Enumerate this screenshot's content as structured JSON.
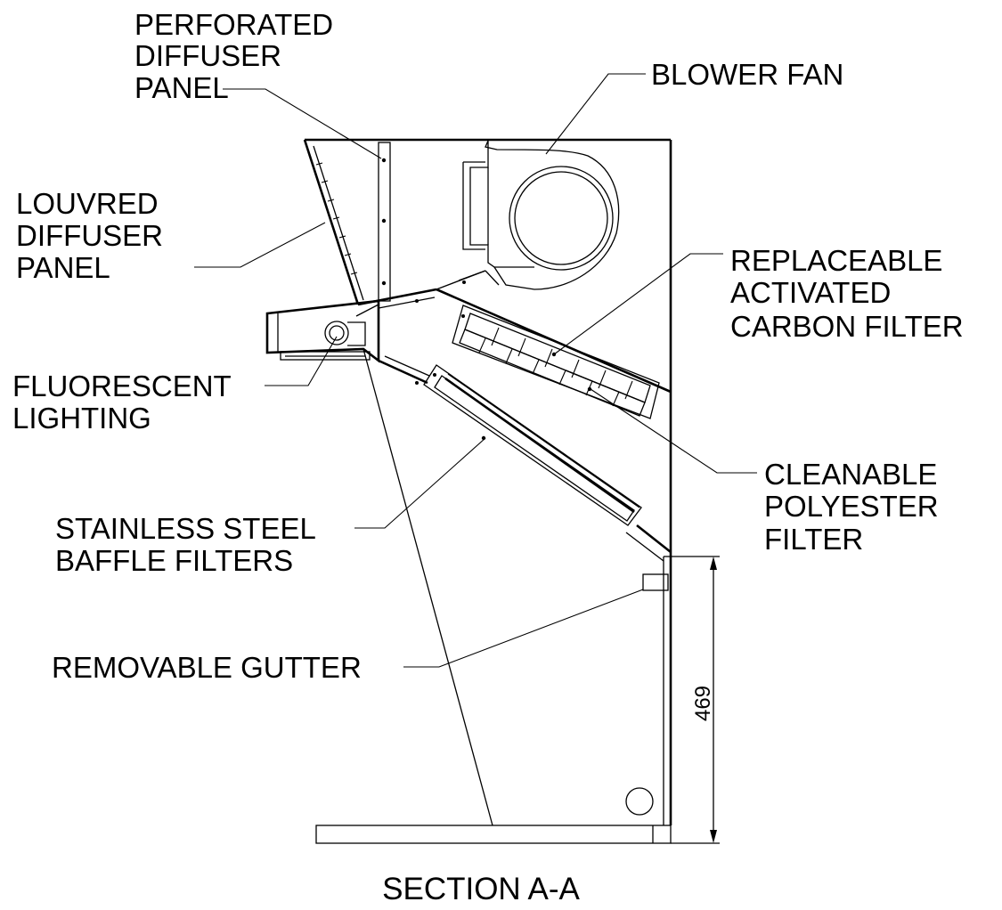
{
  "labels": {
    "perforated_diffuser": [
      "PERFORATED",
      "DIFFUSER",
      "PANEL"
    ],
    "blower_fan": [
      "BLOWER FAN"
    ],
    "louvred_diffuser": [
      "LOUVRED",
      "DIFFUSER",
      "PANEL"
    ],
    "carbon_filter": [
      "REPLACEABLE",
      "ACTIVATED",
      "CARBON FILTER"
    ],
    "fluorescent_lighting": [
      "FLUORESCENT",
      "LIGHTING"
    ],
    "polyester_filter": [
      "CLEANABLE",
      "POLYESTER",
      "FILTER"
    ],
    "baffle_filters": [
      "STAINLESS STEEL",
      "BAFFLE FILTERS"
    ],
    "removable_gutter": [
      "REMOVABLE GUTTER"
    ]
  },
  "dimension": {
    "value": "469"
  },
  "title": "SECTION A-A"
}
